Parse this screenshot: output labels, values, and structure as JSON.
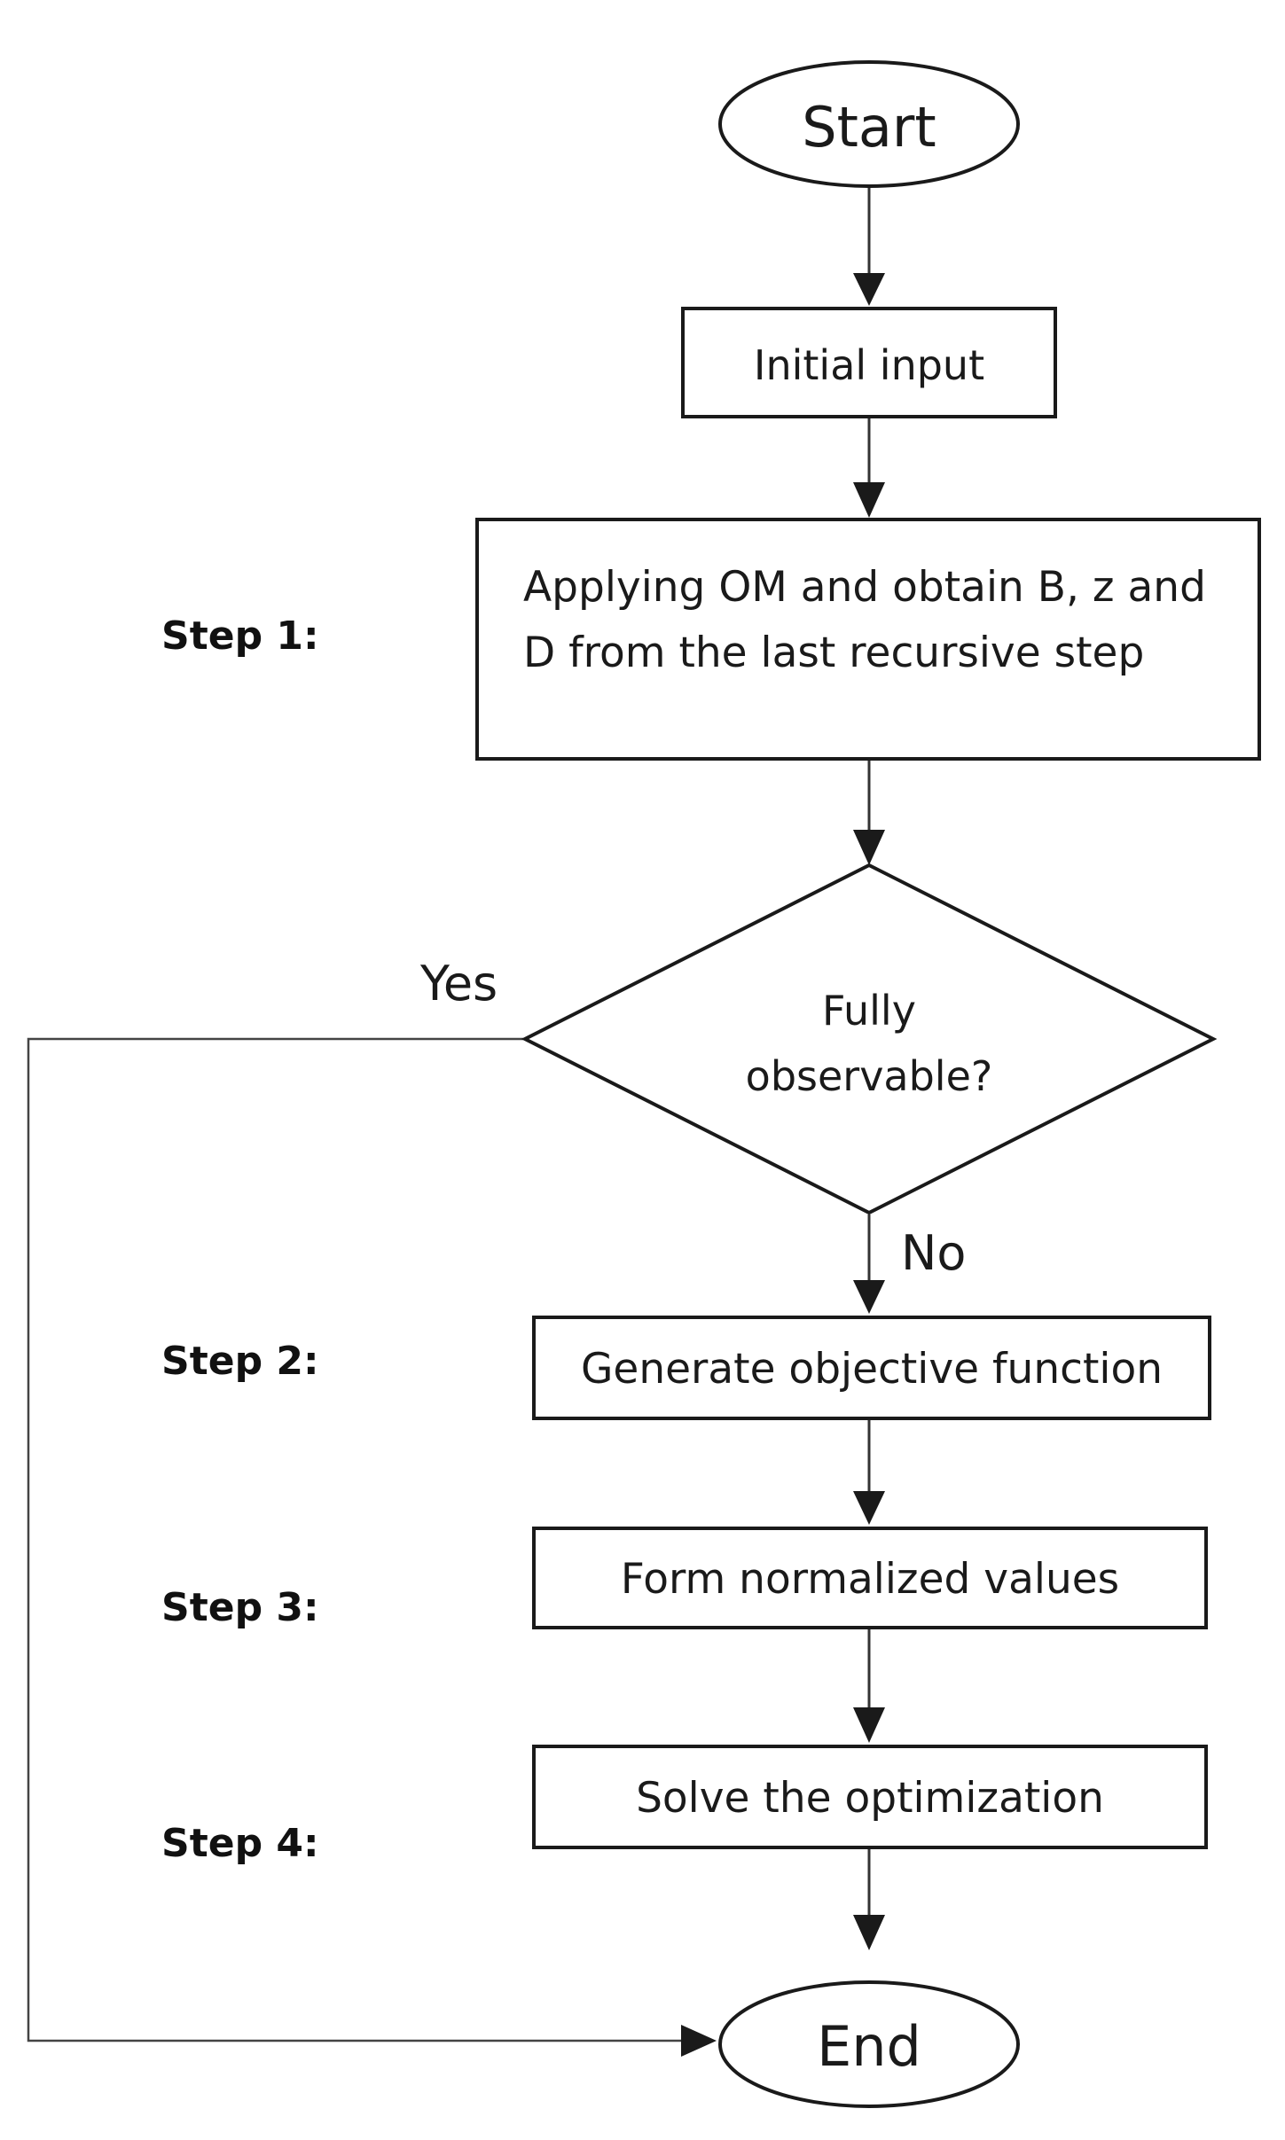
{
  "nodes": {
    "start": "Start",
    "initial_input": "Initial input",
    "step1_box": [
      "Applying OM and obtain B, z and",
      "D from the last recursive step"
    ],
    "decision": [
      "Fully",
      "observable?"
    ],
    "step2_box": "Generate objective function",
    "step3_box": "Form normalized values",
    "step4_box": "Solve the optimization",
    "end": "End"
  },
  "step_labels": {
    "step1": "Step 1:",
    "step2": "Step 2:",
    "step3": "Step 3:",
    "step4": "Step 4:"
  },
  "edge_labels": {
    "yes": "Yes",
    "no": "No"
  }
}
